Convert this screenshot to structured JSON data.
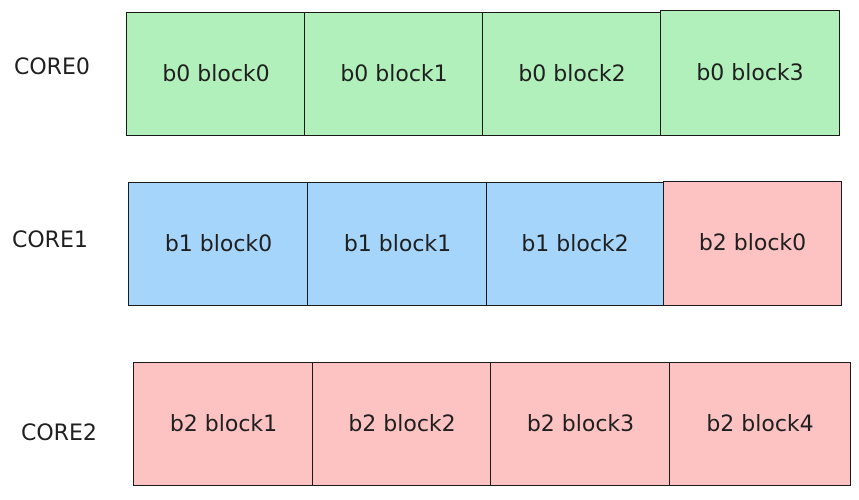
{
  "colors": {
    "b0": "#b2f0bb",
    "b1": "#a6d5fb",
    "b2": "#fdc3c3",
    "border": "#1a1a1a"
  },
  "cores": [
    {
      "label": "CORE0",
      "blocks": [
        {
          "text": "b0 block0",
          "color_key": "b0"
        },
        {
          "text": "b0 block1",
          "color_key": "b0"
        },
        {
          "text": "b0 block2",
          "color_key": "b0"
        },
        {
          "text": "b0 block3",
          "color_key": "b0"
        }
      ]
    },
    {
      "label": "CORE1",
      "blocks": [
        {
          "text": "b1 block0",
          "color_key": "b1"
        },
        {
          "text": "b1 block1",
          "color_key": "b1"
        },
        {
          "text": "b1 block2",
          "color_key": "b1"
        },
        {
          "text": "b2 block0",
          "color_key": "b2"
        }
      ]
    },
    {
      "label": "CORE2",
      "blocks": [
        {
          "text": "b2 block1",
          "color_key": "b2"
        },
        {
          "text": "b2 block2",
          "color_key": "b2"
        },
        {
          "text": "b2 block3",
          "color_key": "b2"
        },
        {
          "text": "b2 block4",
          "color_key": "b2"
        }
      ]
    }
  ]
}
